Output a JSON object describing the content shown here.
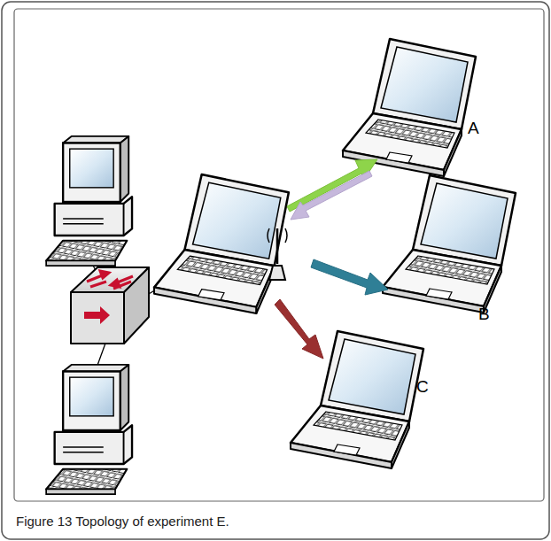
{
  "diagram": {
    "caption": "Figure 13 Topology of experiment E.",
    "labels": [
      "A",
      "B",
      "C"
    ]
  }
}
